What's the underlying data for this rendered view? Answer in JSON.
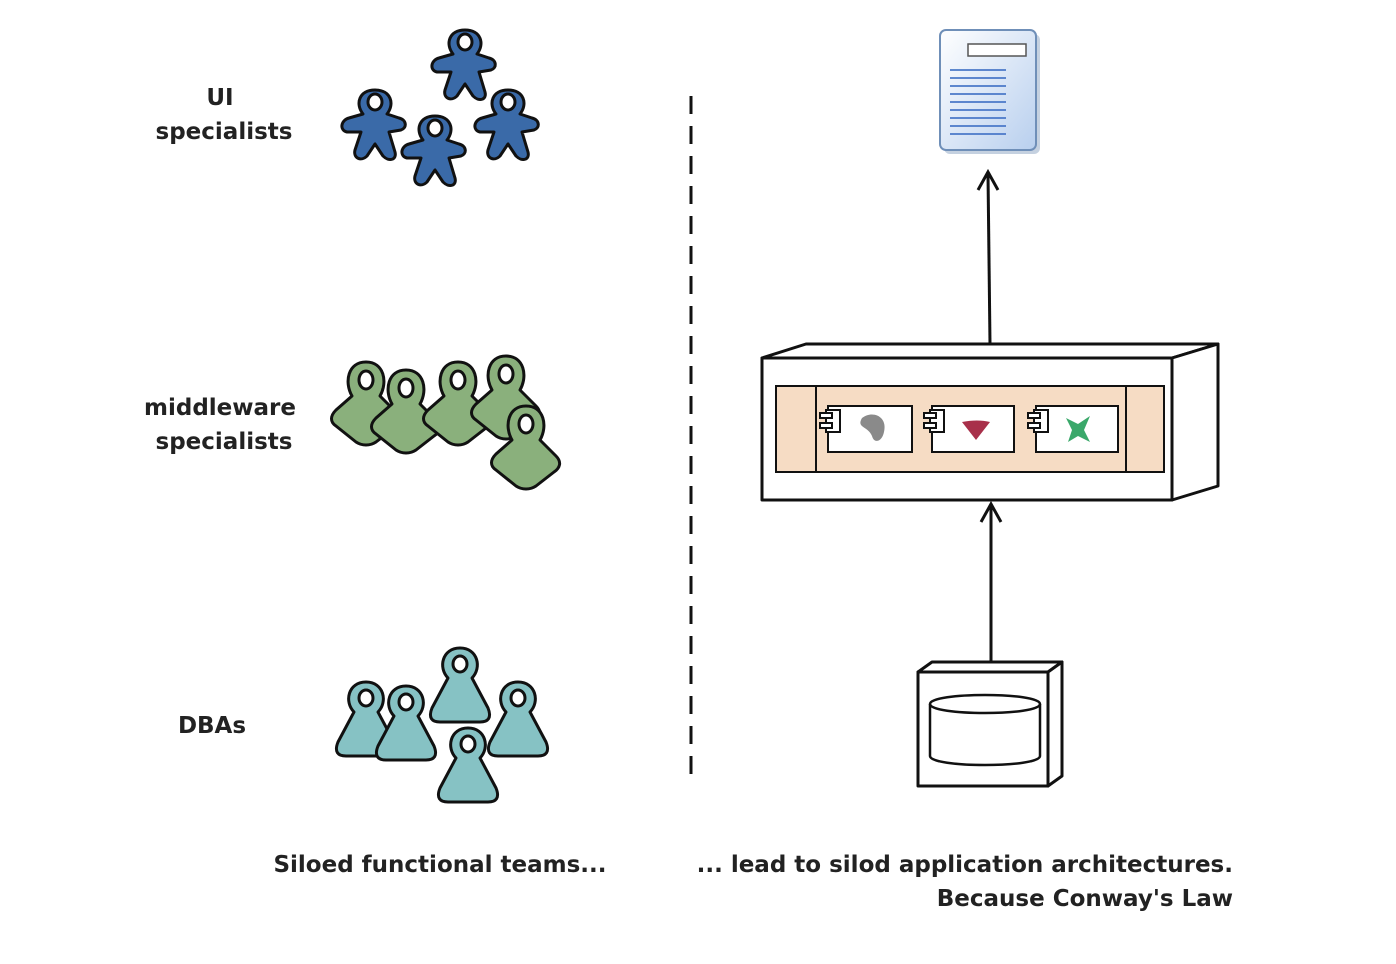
{
  "left": {
    "teams": [
      {
        "label_lines": [
          "UI",
          "specialists"
        ],
        "color": "#3a6aa8"
      },
      {
        "label_lines": [
          "middleware",
          "specialists"
        ],
        "color": "#8ab07c"
      },
      {
        "label_lines": [
          "DBAs"
        ],
        "color": "#86c2c4"
      }
    ],
    "caption": "Siloed functional teams..."
  },
  "right": {
    "caption_line1": "... lead to silod application architectures.",
    "caption_line2": "Because Conway's Law",
    "app_server_fill": "#f6dcc4",
    "component_colors": [
      "#8a8a8a",
      "#a8304a",
      "#3aa86a"
    ],
    "document_fill": "#cfe0f6"
  },
  "icons": {
    "ui": "person-blue-icon",
    "middleware": "person-green-icon",
    "dba": "person-teal-icon",
    "document": "document-icon",
    "server": "application-server-icon",
    "database": "database-icon"
  }
}
